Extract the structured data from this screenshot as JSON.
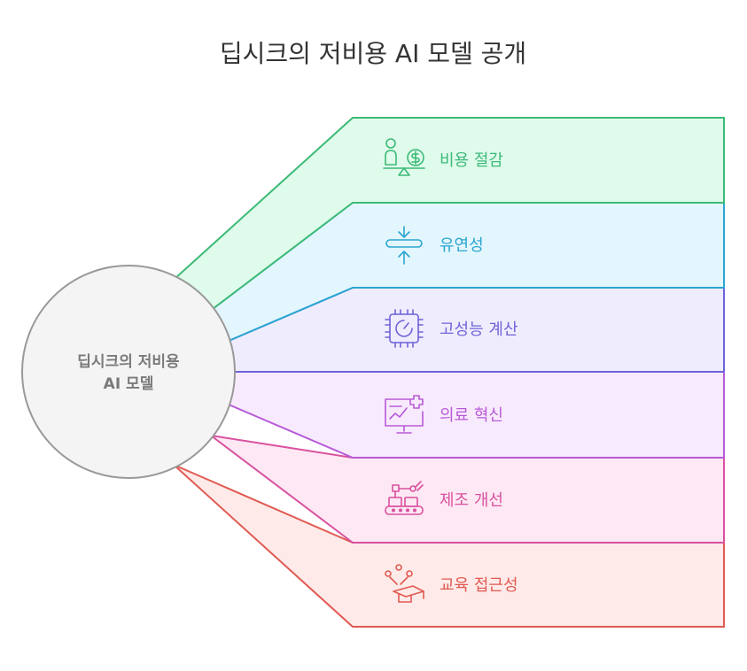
{
  "title": "딥시크의 저비용 AI 모델 공개",
  "hub": {
    "line1": "딥시크의 저비용",
    "line2": "AI 모델"
  },
  "bands": [
    {
      "label": "비용 절감",
      "icon": "cost-balance-icon",
      "color": "#3dba78",
      "fill": "#dffbeb"
    },
    {
      "label": "유연성",
      "icon": "compress-arrows-icon",
      "color": "#2aa5d2",
      "fill": "#e3f6fd"
    },
    {
      "label": "고성능 계산",
      "icon": "processor-chip-icon",
      "color": "#6f63d9",
      "fill": "#efedfd"
    },
    {
      "label": "의료 혁신",
      "icon": "medical-monitor-icon",
      "color": "#b85ad8",
      "fill": "#f8eafd"
    },
    {
      "label": "제조 개선",
      "icon": "robot-arm-conveyor-icon",
      "color": "#d9519f",
      "fill": "#fde8f3"
    },
    {
      "label": "교육 접근성",
      "icon": "graduation-cap-icon",
      "color": "#e05a52",
      "fill": "#feeae8"
    }
  ]
}
